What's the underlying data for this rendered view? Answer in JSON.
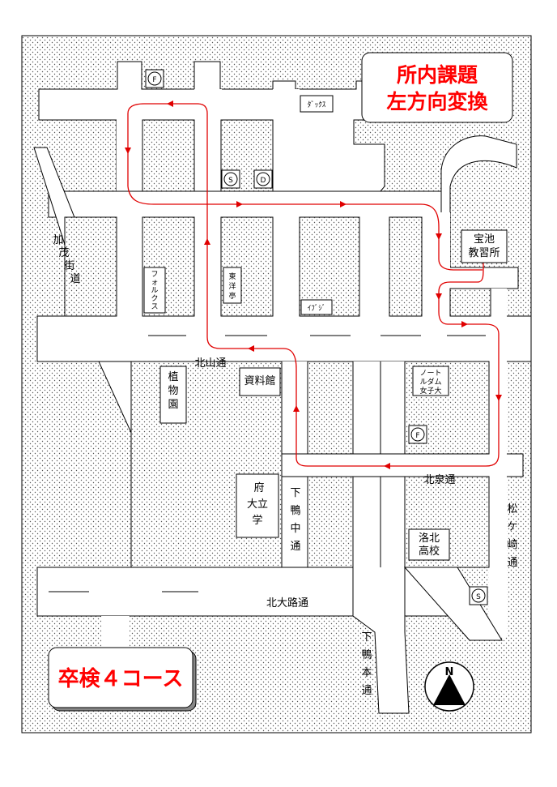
{
  "title": {
    "line1": "所内課題",
    "line2": "左方向変換"
  },
  "course_label": "卒検４コース",
  "school": {
    "line1": "宝池",
    "line2": "教習所"
  },
  "streets": {
    "kitayama": "北山通",
    "kitaizumi": "北泉通",
    "kitaoji": "北大路通",
    "shimogamo_naka": [
      "下",
      "鴨",
      "中",
      "通"
    ],
    "shimogamo_hon": [
      "下",
      "鴨",
      "本",
      "通"
    ],
    "matsugasaki": [
      "松",
      "ケ",
      "崎",
      "通"
    ],
    "kamo_kaido": [
      "加",
      "茂",
      "街",
      "道"
    ]
  },
  "buildings": {
    "shiryokan": "資料館",
    "botanical": [
      "植",
      "物",
      "園"
    ],
    "prefectural_univ": {
      "line1": "府",
      "line2": "大立",
      "line3": "学"
    },
    "rakuhoku": {
      "line1": "洛北",
      "line2": "高校"
    },
    "notre_dame": {
      "line1": "ノート",
      "line2": "ルダム",
      "line3": "女子大"
    },
    "folks": [
      "フ",
      "ォ",
      "ル",
      "ク",
      "ス"
    ],
    "toyotei": [
      "東",
      "洋",
      "亭"
    ],
    "dukes": "ﾀﾞｯｸｽ",
    "ifaji": "ｲﾌﾞｼﾞ"
  },
  "markers": {
    "fuel": "F",
    "shop": "S",
    "drug": "D",
    "north": "N"
  },
  "colors": {
    "route": "#e00000",
    "title": "#ff0000",
    "dots": "#555555"
  }
}
